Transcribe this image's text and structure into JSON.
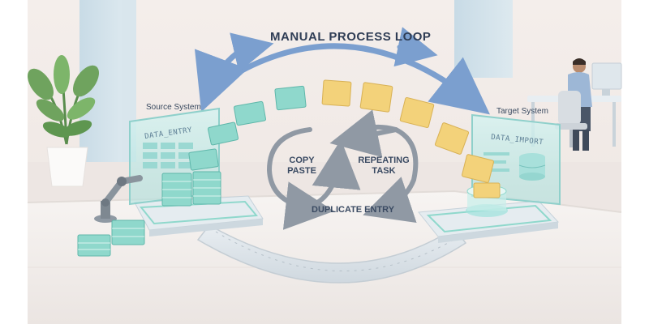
{
  "title": "MANUAL PROCESS LOOP",
  "source_system": {
    "label": "Source System",
    "screen_text": "DATA_ENTRY"
  },
  "target_system": {
    "label": "Target System",
    "screen_text": "DATA_IMPORT"
  },
  "cycle": {
    "left_text": "COPY",
    "left_text_2": "PASTE",
    "right_text": "REPEATING",
    "right_text_2": "TASK",
    "bottom_text": "DUPLICATE ENTRY"
  },
  "colors": {
    "background": "#efe9e6",
    "wall": "#f2ece9",
    "desk": "#f4f1ef",
    "teal_block": "#8fd8cc",
    "yellow_block": "#f3d27a",
    "arrow_blue": "#8aaad4",
    "arrow_gray": "#9aa3ad",
    "hologram": "#bfe8e6"
  }
}
